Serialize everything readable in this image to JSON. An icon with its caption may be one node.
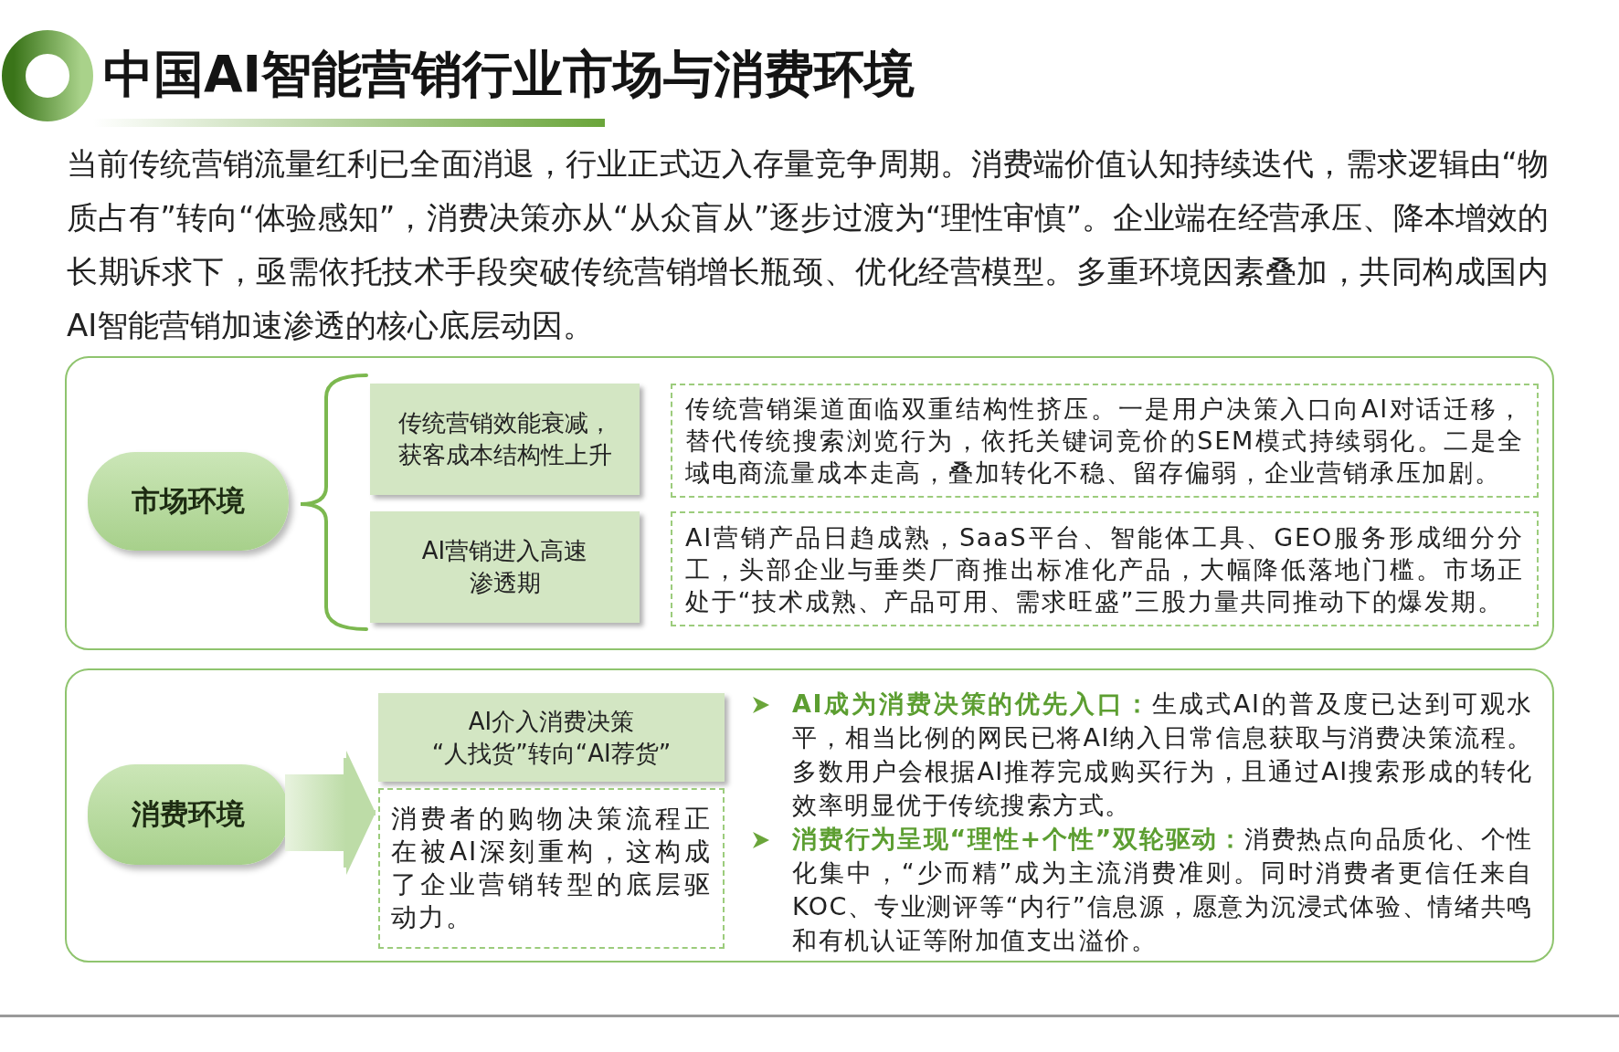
{
  "diagram": {
    "title": "中国AI智能营销行业市场与消费环境",
    "nodes": [
      {
        "text": [],
        "shape": "box"
      },
      {
        "text": [
          "市场环境"
        ],
        "in": 0
      },
      {
        "text": [
          "传统营销效能衰减，获客成本结构性上升"
        ],
        "in": 0
      },
      {
        "text": [
          "传统营销渠道面临双重结构性挤压。一是用户决策入口向AI对话迁移，替代传统搜索浏览行为，依托关键词竞价的SEM模式持续弱化。二是全域电商流量成本走高，叠加转化不稳、留存偏弱，企业营销承压加剧。"
        ],
        "in": 0
      },
      {
        "text": [
          "AI营销进入高速渗透期"
        ],
        "in": 0
      },
      {
        "text": [
          "AI营销产品日趋成熟，SaaS平台、智能体工具、GEO服务形成细分分工，头部企业与垂类厂商推出标准化产品，大幅降低落地门槛。市场正处于“技术成熟、产品可用、需求旺盛”三股力量共同推动下的爆发期。"
        ],
        "in": 0
      },
      {
        "text": [],
        "shape": "box"
      },
      {
        "text": [
          "消费环境"
        ],
        "in": 6
      },
      {
        "text": [
          "AI介入消费决策",
          "“人找货”转向“AI荐货”"
        ],
        "in": 6
      },
      {
        "text": [
          "消费者的购物决策流程正在被AI深刻重构，这构成了企业营销转型的底层驱动力。"
        ],
        "in": 6
      }
    ],
    "edges": [
      {
        "from": 7,
        "to": 9,
        "arrow": "to",
        "style": "thick"
      }
    ],
    "labels": [
      "当前传统营销流量红利已全面消退，行业正式迈入存量竞争周期。消费端价值认知持续迭代，需求逻辑由“物质占有”转向“体验感知”，消费决策亦从“从众盲从”逐步过渡为“理性审慎”。企业端在经营承压、降本增效的长期诉求下，亟需依托技术手段突破传统营销增长瓶颈、优化经营模型。多重环境因素叠加，共同构成国内AI智能营销加速渗透的核心底层动因。",
      "**AI成为消费决策的优先入口：**生成式AI的普及度已达到可观水平，相当比例的网民已将AI纳入日常信息获取与消费决策流程。多数用户会根据AI推荐完成购买行为，且通过AI搜索形成的转化效率明显优于传统搜索方式。",
      "**消费行为呈现“理性+个性”双轮驱动：**消费热点向品质化、个性化集中，“少而精”成为主流消费准则。同时消费者更信任来自KOC、专业测评等“内行”信息源，愿意为沉浸式体验、情绪共鸣和有机认证等附加值支出溢价。"
    ]
  }
}
